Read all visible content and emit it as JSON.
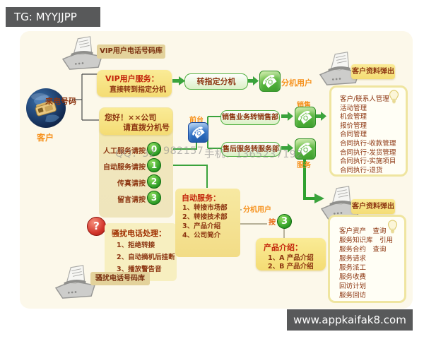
{
  "colors": {
    "bar_gray": "#58595A",
    "accent_green": "#3AA33C",
    "accent_orange": "#F6921E",
    "dark_red_text": "#8C3510",
    "title_red": "#C3240A",
    "box_yellow": "#F4DC74"
  },
  "icons": {
    "phone_glyph": "☎",
    "question_glyph": "?"
  },
  "header": {
    "tag": "TG: MYYJJPP"
  },
  "footer": {
    "site": "www.appkaifak8.com"
  },
  "watermark": {
    "part1": "QQ：32",
    "part2": "982157",
    "part3": "手机：1365237192"
  },
  "left": {
    "vip_phone_db": "VIP用户电话号码库",
    "customer": "客户",
    "caller_number": "来电号码",
    "vip_service_title": "VIP用户服务：",
    "vip_service_desc": "直接转到指定分机",
    "greeting_line1": "您好！××公司",
    "greeting_line2": "请直拨分机号",
    "menu": [
      {
        "label": "人工服务请按",
        "key": "0"
      },
      {
        "label": "自动服务请按",
        "key": "1"
      },
      {
        "label": "传真请按",
        "key": "2"
      },
      {
        "label": "留言请按",
        "key": "3"
      }
    ],
    "harass_title": "骚扰电话处理：",
    "harass_items": [
      "1、拒绝转接",
      "2、自动摘机后挂断",
      "3、播放警告音"
    ],
    "harass_phone_db": "骚扰电话号码库"
  },
  "middle": {
    "transfer_direct": "转指定分机",
    "ext_user_top": "分机用户",
    "reception": "前台",
    "sales_transfer": "销售业务转销售部",
    "sales": "销售",
    "service_transfer": "售后服务转服务部",
    "service": "服务",
    "auto_title": "自动服务：",
    "auto_items": [
      "1、转接市场部",
      "2、转接技术部",
      "3、产品介绍",
      "4、公司简介"
    ],
    "ext_user_mid": "分机用户",
    "press": "按",
    "press_key": "3",
    "product_title": "产品介绍：",
    "product_items": [
      "1、A 产品介绍",
      "2、B 产品介绍"
    ]
  },
  "right": {
    "popup_top": "客户资料弹出",
    "crm_list": [
      "客户/联系人管理",
      "活动管理",
      "机会管理",
      "报价管理",
      "合同管理",
      "合同执行-收款管理",
      "合同执行-发货管理",
      "合同执行-实施项目",
      "合同执行-退货"
    ],
    "popup_bottom": "客户资料弹出",
    "service_list": [
      "客户资产　查询",
      "服务知识库　引用",
      "服务合约　查询",
      "服务请求",
      "服务派工",
      "服务收费",
      "回访计划",
      "服务回访"
    ]
  }
}
